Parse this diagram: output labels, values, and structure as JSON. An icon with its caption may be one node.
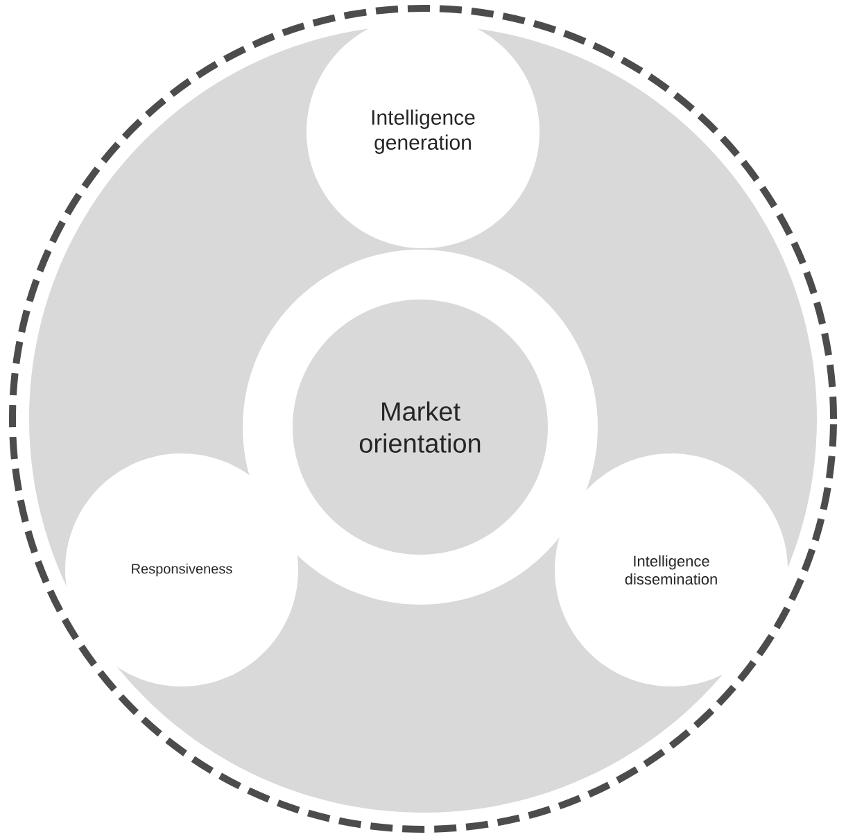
{
  "diagram": {
    "nodes": [
      {
        "text": [],
        "shape": "circle"
      },
      {
        "text": [
          "Market orientation"
        ],
        "in": 0
      },
      {
        "text": [
          "Intelligence generation"
        ],
        "in": 0
      },
      {
        "text": [
          "Responsiveness"
        ],
        "in": 0
      },
      {
        "text": [
          "Intelligence dissemination"
        ],
        "in": 0
      }
    ]
  }
}
